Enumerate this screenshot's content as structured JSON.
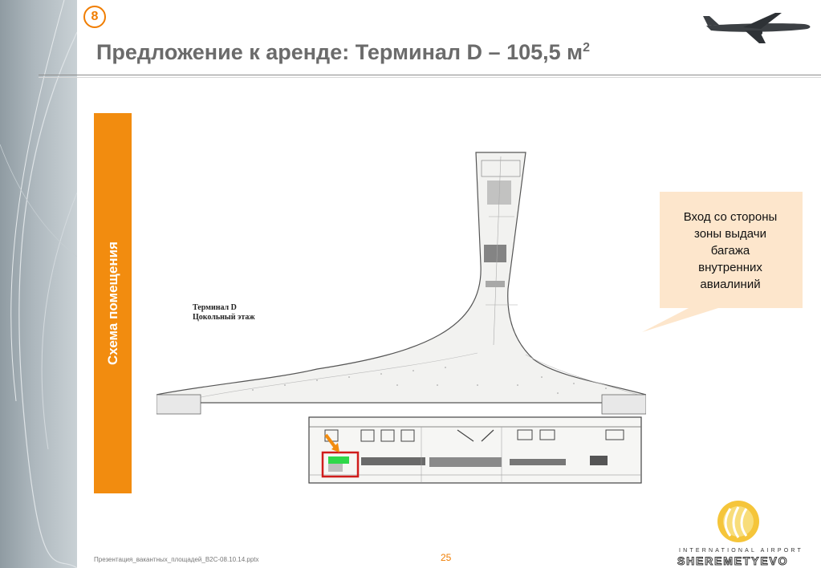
{
  "slide": {
    "number": "8",
    "title": "Предложение к аренде: Терминал D – 105,5 м",
    "title_sup": "2"
  },
  "side_label": "Схема помещения",
  "plan": {
    "label_line1": "Терминал D",
    "label_line2": "Цокольный этаж"
  },
  "callout": {
    "line1": "Вход со стороны",
    "line2": "зоны выдачи",
    "line3": "багажа",
    "line4": "внутренних",
    "line5": "авиалиний"
  },
  "footer": {
    "filename": "Презентация_вакантных_площадей_B2C-08.10.14.pptx",
    "page": "25"
  },
  "logo": {
    "line1": "INTERNATIONAL AIRPORT",
    "line2": "SHEREMETYEVO"
  },
  "colors": {
    "accent": "#f28c0f",
    "highlight_box": "#d01c1c",
    "highlight_fill": "#2fd84a",
    "title_text": "#6b6b6b"
  },
  "icons": [
    "airplane-icon",
    "arrow-icon",
    "airport-logo-icon"
  ]
}
